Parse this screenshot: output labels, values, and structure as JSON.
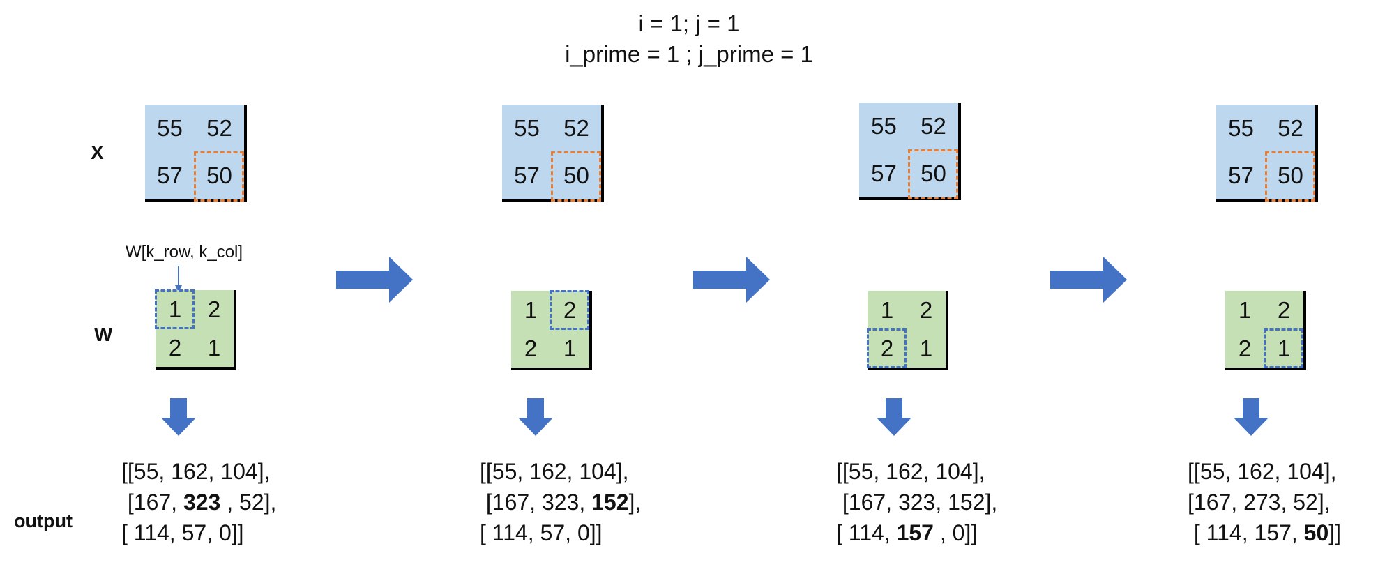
{
  "header": {
    "line1": "i = 1; j = 1",
    "line2": "i_prime = 1 ; j_prime = 1"
  },
  "row_labels": {
    "x": "X",
    "w": "W",
    "output": "output"
  },
  "annotation": "W[k_row, k_col]",
  "x_matrix": [
    [
      "55",
      "52"
    ],
    [
      "57",
      "50"
    ]
  ],
  "w_matrix": [
    [
      "1",
      "2"
    ],
    [
      "2",
      "1"
    ]
  ],
  "colors": {
    "x_fill": "#bdd7ee",
    "w_fill": "#c5e0b4",
    "x_highlight": "#ed7d31",
    "w_highlight": "#4472c4",
    "arrow": "#4472c4"
  },
  "icons": {
    "step_arrow": "right-arrow-icon",
    "down_arrow": "down-arrow-icon"
  },
  "steps": [
    {
      "x_highlight": [
        1,
        1
      ],
      "w_highlight": [
        0,
        0
      ],
      "output": [
        {
          "open": "[[",
          "cells": [
            "55,",
            "162,",
            "104"
          ],
          "close": "],",
          "bold": []
        },
        {
          "open": " [",
          "cells": [
            "167,",
            "323",
            ", 52"
          ],
          "close": "],",
          "bold": [
            1
          ]
        },
        {
          "open": "[ ",
          "cells": [
            "114,",
            "57,",
            "0"
          ],
          "close": "]]",
          "bold": []
        }
      ]
    },
    {
      "x_highlight": [
        1,
        1
      ],
      "w_highlight": [
        0,
        1
      ],
      "output": [
        {
          "open": "[[",
          "cells": [
            "55,",
            "162,",
            "104"
          ],
          "close": "],",
          "bold": []
        },
        {
          "open": " [",
          "cells": [
            "167,",
            "323,",
            "152"
          ],
          "close": "],",
          "bold": [
            2
          ]
        },
        {
          "open": "[ ",
          "cells": [
            "114,",
            "57,",
            "0"
          ],
          "close": "]]",
          "bold": []
        }
      ]
    },
    {
      "x_highlight": [
        1,
        1
      ],
      "w_highlight": [
        1,
        0
      ],
      "output": [
        {
          "open": "[[",
          "cells": [
            "55,",
            "162,",
            "104"
          ],
          "close": "],",
          "bold": []
        },
        {
          "open": " [",
          "cells": [
            "167,",
            "323,",
            "152"
          ],
          "close": "],",
          "bold": []
        },
        {
          "open": "[ ",
          "cells": [
            "114,",
            "157",
            ", 0"
          ],
          "close": "]]",
          "bold": [
            1
          ]
        }
      ]
    },
    {
      "x_highlight": [
        1,
        1
      ],
      "w_highlight": [
        1,
        1
      ],
      "output": [
        {
          "open": "[[",
          "cells": [
            "55,",
            "162,",
            "104"
          ],
          "close": "],",
          "bold": []
        },
        {
          "open": "[",
          "cells": [
            "167,",
            "273,",
            "52"
          ],
          "close": "],",
          "bold": []
        },
        {
          "open": " [ ",
          "cells": [
            "114,",
            "157,",
            "50"
          ],
          "close": "]]",
          "bold": [
            2
          ]
        }
      ]
    }
  ]
}
